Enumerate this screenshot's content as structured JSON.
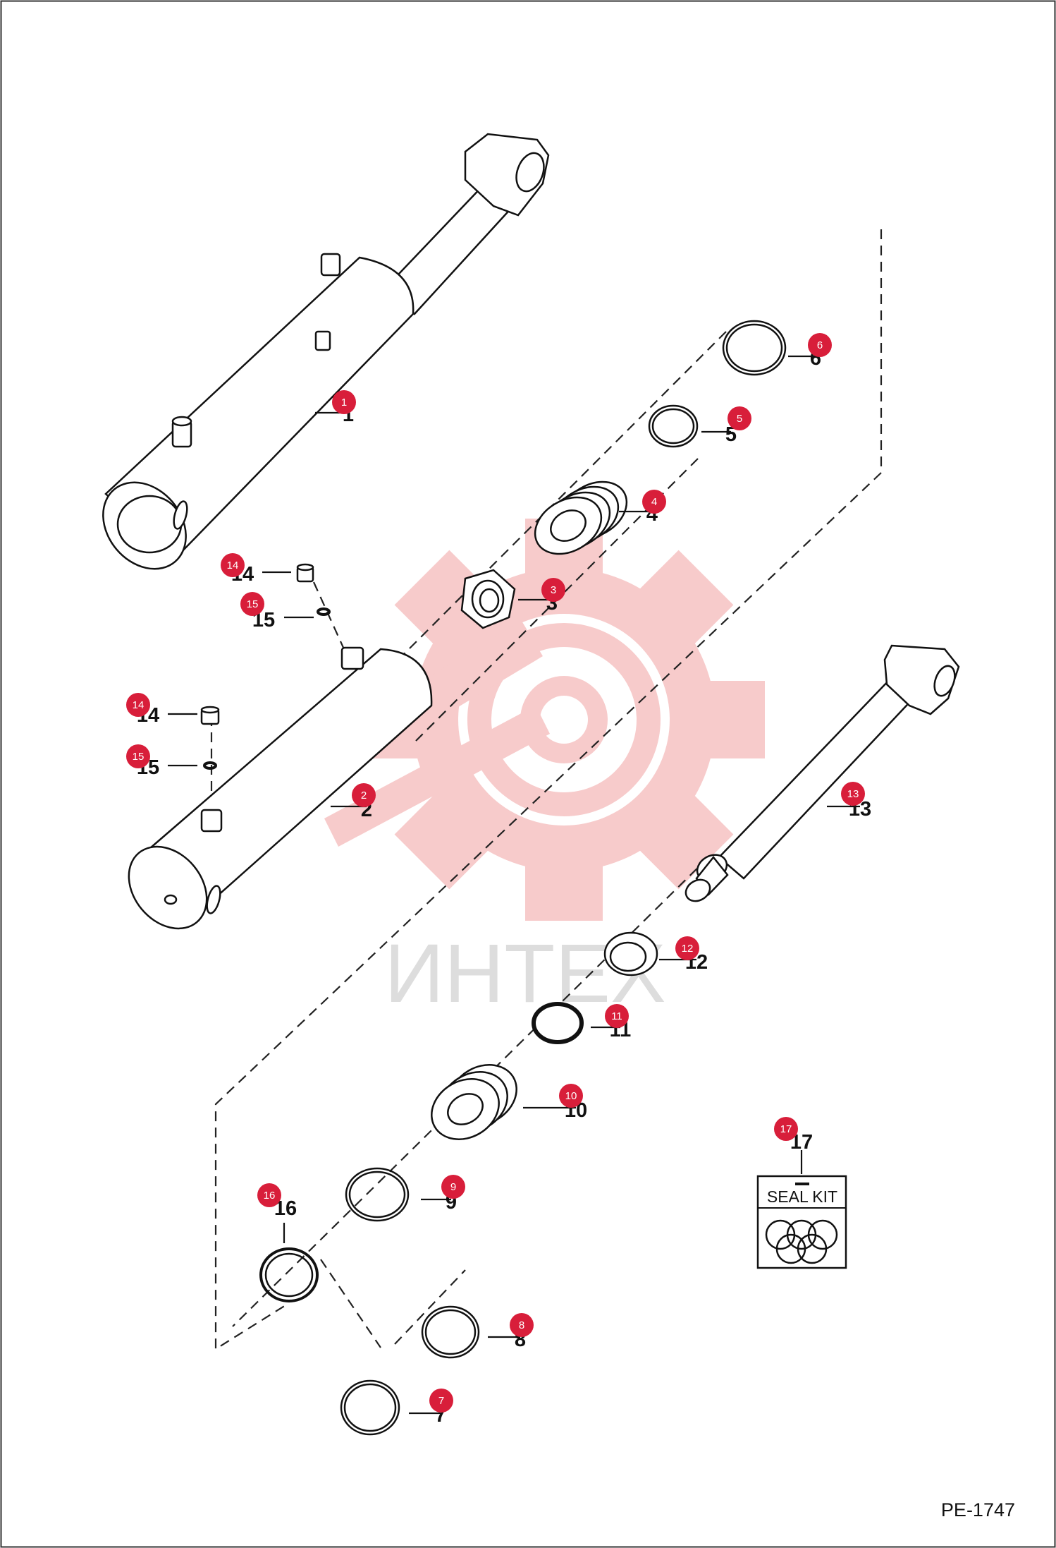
{
  "drawing_code": "PE-1747",
  "watermark": {
    "text": "ИНТЕХ",
    "color": "#f4b8b8"
  },
  "seal_kit": {
    "label": "SEAL KIT"
  },
  "badge_color": "#d81e3a",
  "parts": [
    {
      "id": "p1",
      "number": "1",
      "badge": "1"
    },
    {
      "id": "p2",
      "number": "2",
      "badge": "2"
    },
    {
      "id": "p3",
      "number": "3",
      "badge": "3"
    },
    {
      "id": "p4",
      "number": "4",
      "badge": "4"
    },
    {
      "id": "p5",
      "number": "5",
      "badge": "5"
    },
    {
      "id": "p6",
      "number": "6",
      "badge": "6"
    },
    {
      "id": "p7",
      "number": "7",
      "badge": "7"
    },
    {
      "id": "p8",
      "number": "8",
      "badge": "8"
    },
    {
      "id": "p9",
      "number": "9",
      "badge": "9"
    },
    {
      "id": "p10",
      "number": "10",
      "badge": "10"
    },
    {
      "id": "p11",
      "number": "11",
      "badge": "11"
    },
    {
      "id": "p12",
      "number": "12",
      "badge": "12"
    },
    {
      "id": "p13",
      "number": "13",
      "badge": "13"
    },
    {
      "id": "p14a",
      "number": "14",
      "badge": "14"
    },
    {
      "id": "p15a",
      "number": "15",
      "badge": "15"
    },
    {
      "id": "p14b",
      "number": "14",
      "badge": "14"
    },
    {
      "id": "p15b",
      "number": "15",
      "badge": "15"
    },
    {
      "id": "p16",
      "number": "16",
      "badge": "16"
    },
    {
      "id": "p17",
      "number": "17",
      "badge": "17"
    }
  ]
}
